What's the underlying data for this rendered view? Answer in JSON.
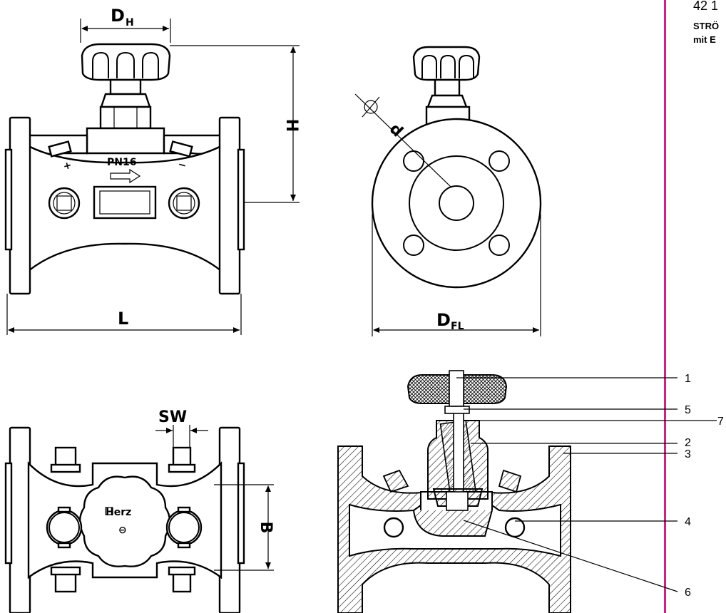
{
  "header": {
    "code": "42 1",
    "line1": "STRÖ",
    "line2": "mit E"
  },
  "dimensions": {
    "dh_main": "D",
    "dh_sub": "H",
    "h": "H",
    "l": "L",
    "d": "d",
    "dfl_main": "D",
    "dfl_sub": "FL",
    "sw": "SW",
    "b": "B"
  },
  "markings": {
    "pn": "PN16",
    "plus": "+",
    "minus": "−",
    "brand": "Herz",
    "minus_circle": "⊖"
  },
  "legend": [
    {
      "num": "1"
    },
    {
      "num": "5"
    },
    {
      "num": "7"
    },
    {
      "num": "2"
    },
    {
      "num": "3"
    },
    {
      "num": "4"
    },
    {
      "num": "6"
    }
  ],
  "colors": {
    "accent_bar": "#d4207a",
    "line": "#000000"
  }
}
